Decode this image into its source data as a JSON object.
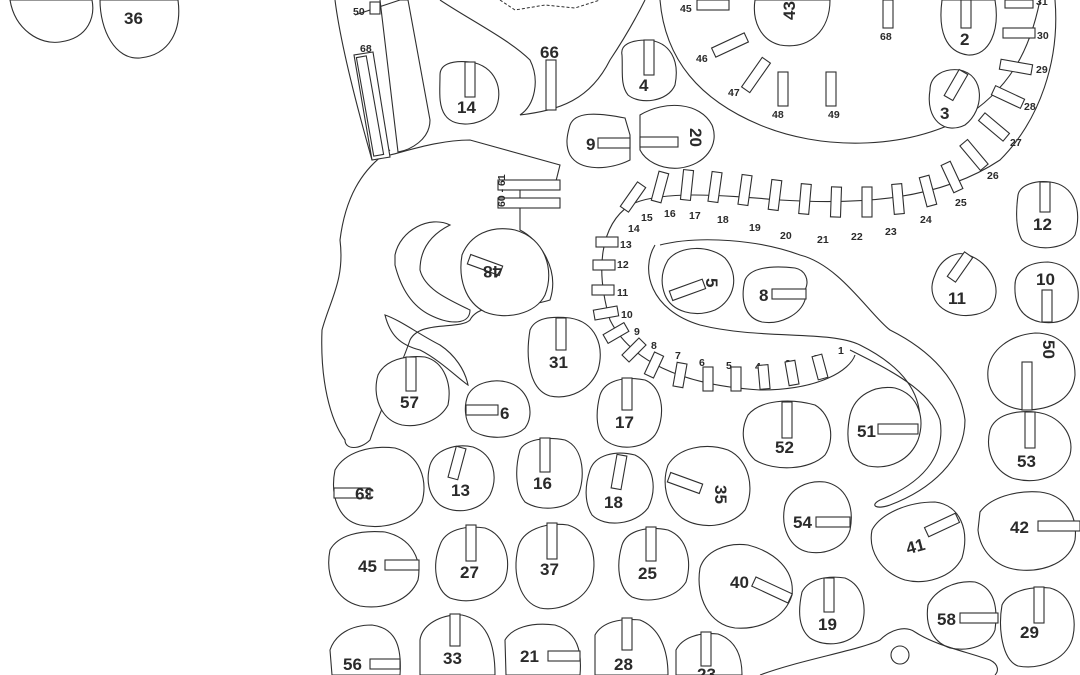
{
  "pieces": [
    {
      "id": "p36",
      "label": "36"
    },
    {
      "id": "p66",
      "label": "66"
    },
    {
      "id": "p14",
      "label": "14"
    },
    {
      "id": "p4",
      "label": "4"
    },
    {
      "id": "p43",
      "label": "43"
    },
    {
      "id": "p68a",
      "label": "68"
    },
    {
      "id": "p2",
      "label": "2"
    },
    {
      "id": "p3",
      "label": "3"
    },
    {
      "id": "p9",
      "label": "9"
    },
    {
      "id": "p20",
      "label": "20"
    },
    {
      "id": "p12",
      "label": "12"
    },
    {
      "id": "p10",
      "label": "10"
    },
    {
      "id": "p11",
      "label": "11"
    },
    {
      "id": "p5",
      "label": "5"
    },
    {
      "id": "p8",
      "label": "8"
    },
    {
      "id": "p48",
      "label": "48"
    },
    {
      "id": "p31",
      "label": "31"
    },
    {
      "id": "p57",
      "label": "57"
    },
    {
      "id": "p6",
      "label": "6"
    },
    {
      "id": "p17",
      "label": "17"
    },
    {
      "id": "p52",
      "label": "52"
    },
    {
      "id": "p51",
      "label": "51"
    },
    {
      "id": "p50",
      "label": "50"
    },
    {
      "id": "p53",
      "label": "53"
    },
    {
      "id": "p39",
      "label": "39"
    },
    {
      "id": "p13",
      "label": "13"
    },
    {
      "id": "p16",
      "label": "16"
    },
    {
      "id": "p18",
      "label": "18"
    },
    {
      "id": "p35",
      "label": "35"
    },
    {
      "id": "p54",
      "label": "54"
    },
    {
      "id": "p41",
      "label": "41"
    },
    {
      "id": "p42",
      "label": "42"
    },
    {
      "id": "p45",
      "label": "45"
    },
    {
      "id": "p27",
      "label": "27"
    },
    {
      "id": "p37",
      "label": "37"
    },
    {
      "id": "p25",
      "label": "25"
    },
    {
      "id": "p40",
      "label": "40"
    },
    {
      "id": "p19",
      "label": "19"
    },
    {
      "id": "p58",
      "label": "58"
    },
    {
      "id": "p29",
      "label": "29"
    },
    {
      "id": "p56",
      "label": "56"
    },
    {
      "id": "p33",
      "label": "33"
    },
    {
      "id": "p21",
      "label": "21"
    },
    {
      "id": "p28",
      "label": "28"
    },
    {
      "id": "p23",
      "label": "23"
    }
  ],
  "slots": {
    "spine_outer": [
      "45",
      "46",
      "47",
      "48",
      "49"
    ],
    "spine_right": [
      "31",
      "30",
      "29",
      "28",
      "27",
      "26",
      "25",
      "24",
      "23",
      "22",
      "21",
      "20",
      "19",
      "18",
      "17",
      "16",
      "15",
      "14"
    ],
    "spine_inner": [
      "13",
      "12",
      "11",
      "10",
      "9",
      "8",
      "7",
      "6",
      "5",
      "4",
      "3",
      "2",
      "1"
    ],
    "misc": [
      "50",
      "68",
      "68",
      "60 - 61"
    ]
  },
  "colors": {
    "stroke": "#2f2f2f",
    "text": "#2a2a2a",
    "background": "#ffffff"
  }
}
